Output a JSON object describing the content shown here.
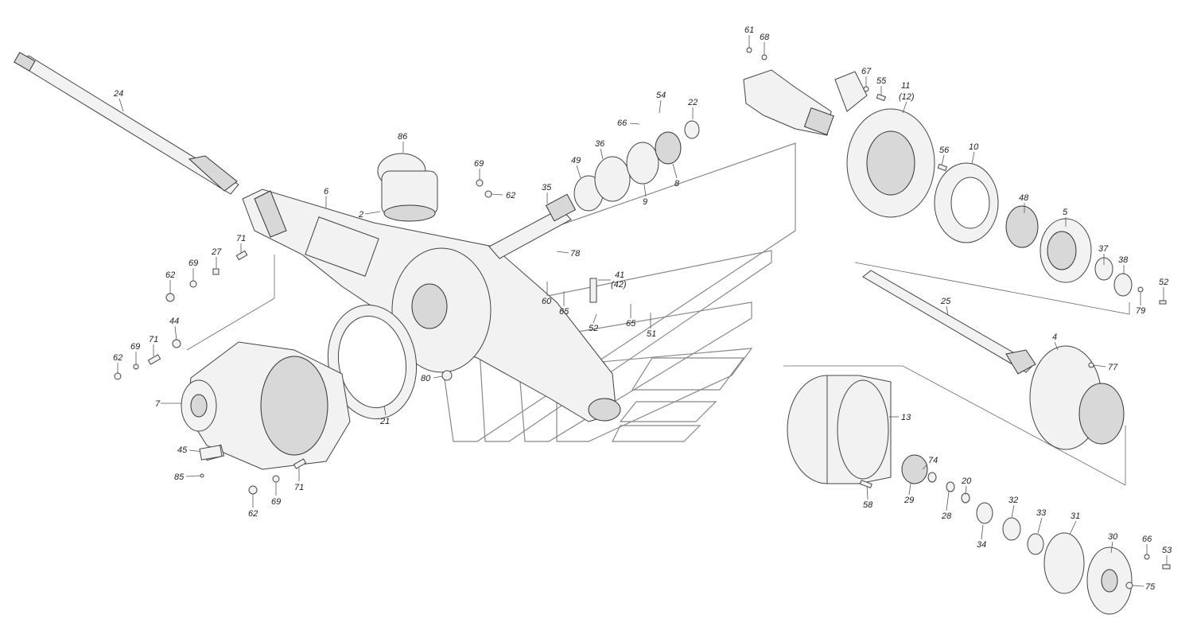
{
  "callouts": {
    "c2": "2",
    "c4": "4",
    "c5": "5",
    "c6": "6",
    "c7": "7",
    "c8": "8",
    "c9": "9",
    "c10": "10",
    "c11": "11",
    "c12": "(12)",
    "c13": "13",
    "c20": "20",
    "c21": "21",
    "c22": "22",
    "c24": "24",
    "c25": "25",
    "c27": "27",
    "c28": "28",
    "c29": "29",
    "c30": "30",
    "c31": "31",
    "c32": "32",
    "c33": "33",
    "c34": "34",
    "c35": "35",
    "c36": "36",
    "c37": "37",
    "c38": "38",
    "c41": "41",
    "c42": "(42)",
    "c44": "44",
    "c45": "45",
    "c48": "48",
    "c49": "49",
    "c51": "51",
    "c52a": "52",
    "c52b": "52",
    "c53": "53",
    "c54": "54",
    "c55": "55",
    "c56": "56",
    "c58": "58",
    "c60": "60",
    "c61": "61",
    "c62a": "62",
    "c62b": "62",
    "c62c": "62",
    "c62d": "62",
    "c65a": "65",
    "c65b": "65",
    "c66a": "66",
    "c66b": "66",
    "c67": "67",
    "c68": "68",
    "c69a": "69",
    "c69b": "69",
    "c69c": "69",
    "c69d": "69",
    "c71a": "71",
    "c71b": "71",
    "c71c": "71",
    "c74": "74",
    "c75": "75",
    "c77": "77",
    "c78": "78",
    "c79": "79",
    "c80": "80",
    "c85": "85",
    "c86": "86"
  },
  "colors": {
    "ink": "#222222",
    "line": "#444444",
    "fill": "#f2f2f2",
    "watermark": "#888888"
  }
}
